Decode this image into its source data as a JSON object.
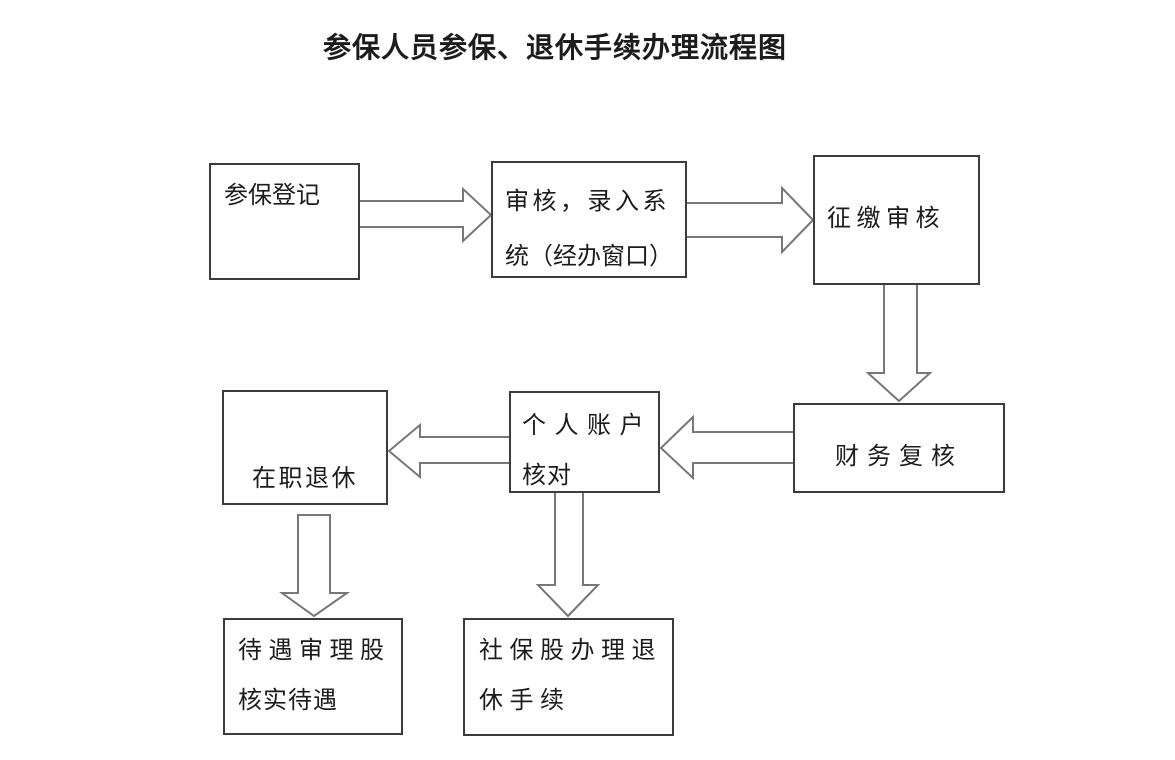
{
  "title": {
    "text": "参保人员参保、退休手续办理流程图"
  },
  "flowchart": {
    "nodes": [
      {
        "id": "enrollment-registration",
        "label": "参保登记",
        "lines": [
          "参保登记"
        ]
      },
      {
        "id": "review-system-entry",
        "label": "审核，录入系统（经办窗口）",
        "lines": [
          "审核，录入系",
          "统（经办窗口）"
        ]
      },
      {
        "id": "collection-review",
        "label": "征缴审核",
        "lines": [
          "征缴审核"
        ]
      },
      {
        "id": "finance-recheck",
        "label": "财务复核",
        "lines": [
          "财务复核"
        ]
      },
      {
        "id": "personal-account-check",
        "label": "个人账户核对",
        "lines": [
          "个人账户",
          "核对"
        ]
      },
      {
        "id": "in-service-retirement",
        "label": "在职退休",
        "lines": [
          "在职退休"
        ]
      },
      {
        "id": "benefit-review-section",
        "label": "待遇审理股核实待遇",
        "lines": [
          "待遇审理股",
          "核实待遇"
        ]
      },
      {
        "id": "social-security-section",
        "label": "社保股办理退休手续",
        "lines": [
          "社保股办理退",
          "休手续"
        ]
      }
    ],
    "edges": [
      {
        "from": "参保登记",
        "to": "审核，录入系统（经办窗口）",
        "direction": "right"
      },
      {
        "from": "审核，录入系统（经办窗口）",
        "to": "征缴审核",
        "direction": "right"
      },
      {
        "from": "征缴审核",
        "to": "财务复核",
        "direction": "down"
      },
      {
        "from": "财务复核",
        "to": "个人账户核对",
        "direction": "left"
      },
      {
        "from": "个人账户核对",
        "to": "在职退休",
        "direction": "left"
      },
      {
        "from": "在职退休",
        "to": "待遇审理股核实待遇",
        "direction": "down"
      },
      {
        "from": "个人账户核对",
        "to": "社保股办理退休手续",
        "direction": "down"
      }
    ]
  },
  "colors": {
    "background": "#ffffff",
    "box_border": "#3c3c3c",
    "arrow_stroke": "#777777",
    "text": "#1c1c1c"
  }
}
